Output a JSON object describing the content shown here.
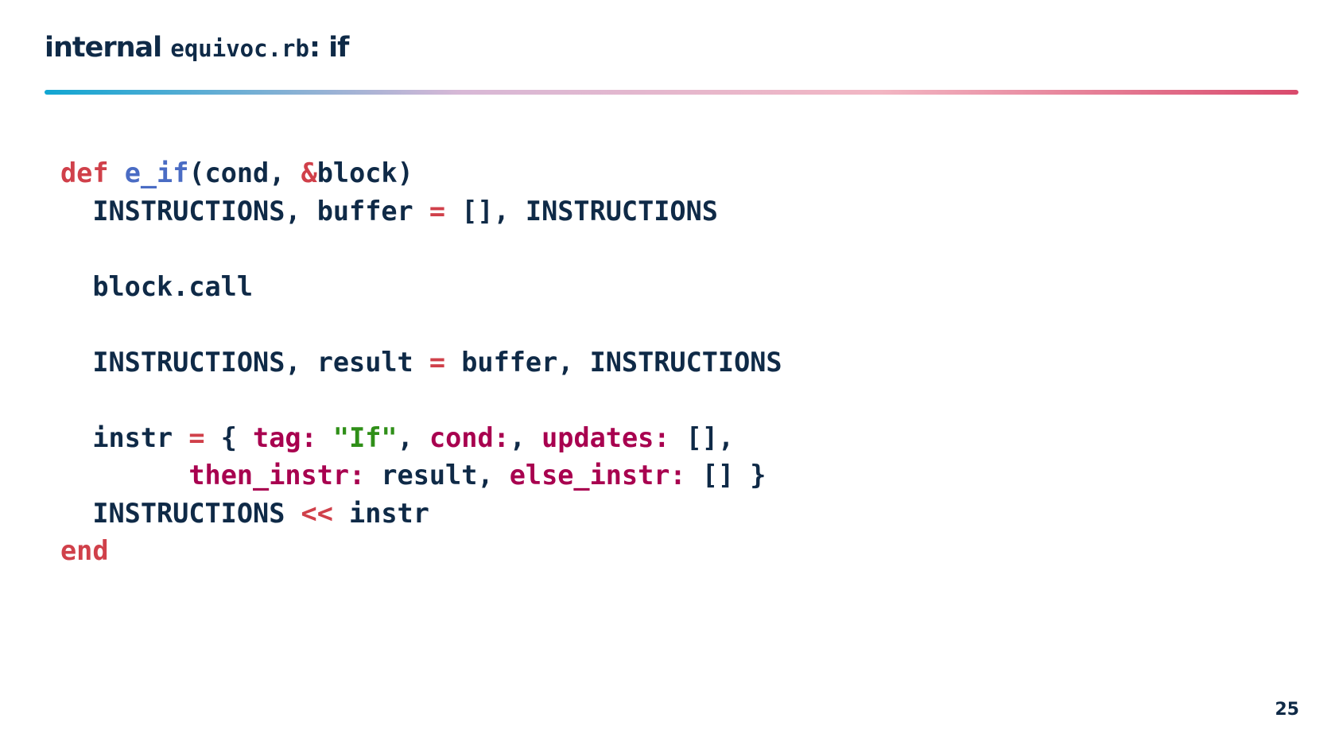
{
  "slide": {
    "title": {
      "prefix": "internal ",
      "filename": "equivoc.rb",
      "suffix": ": if"
    },
    "page_number": "25"
  },
  "colors": {
    "text": "#0f2a47",
    "keyword": "#d0404a",
    "function": "#4a6cc4",
    "symbol": "#a8004f",
    "string": "#2f8f18",
    "rule_gradient": [
      "#11a6d2",
      "#d8b8d6",
      "#f2b6c3",
      "#d94a6c"
    ]
  },
  "code": {
    "lines": [
      [
        {
          "t": "def",
          "c": "keyword"
        },
        {
          "t": " "
        },
        {
          "t": "e_if",
          "c": "function"
        },
        {
          "t": "(cond, "
        },
        {
          "t": "&",
          "c": "keyword"
        },
        {
          "t": "block)"
        }
      ],
      [
        {
          "t": "  INSTRUCTIONS, buffer "
        },
        {
          "t": "=",
          "c": "keyword"
        },
        {
          "t": " [], INSTRUCTIONS"
        }
      ],
      [],
      [
        {
          "t": "  block.call"
        }
      ],
      [],
      [
        {
          "t": "  INSTRUCTIONS, result "
        },
        {
          "t": "=",
          "c": "keyword"
        },
        {
          "t": " buffer, INSTRUCTIONS"
        }
      ],
      [],
      [
        {
          "t": "  instr "
        },
        {
          "t": "=",
          "c": "keyword"
        },
        {
          "t": " { "
        },
        {
          "t": "tag:",
          "c": "symbol"
        },
        {
          "t": " "
        },
        {
          "t": "\"If\"",
          "c": "string"
        },
        {
          "t": ", "
        },
        {
          "t": "cond:",
          "c": "symbol"
        },
        {
          "t": ", "
        },
        {
          "t": "updates:",
          "c": "symbol"
        },
        {
          "t": " [],"
        }
      ],
      [
        {
          "t": "        "
        },
        {
          "t": "then_instr:",
          "c": "symbol"
        },
        {
          "t": " result, "
        },
        {
          "t": "else_instr:",
          "c": "symbol"
        },
        {
          "t": " [] }"
        }
      ],
      [
        {
          "t": "  INSTRUCTIONS "
        },
        {
          "t": "<<",
          "c": "keyword"
        },
        {
          "t": " instr"
        }
      ],
      [
        {
          "t": "end",
          "c": "keyword"
        }
      ]
    ]
  }
}
